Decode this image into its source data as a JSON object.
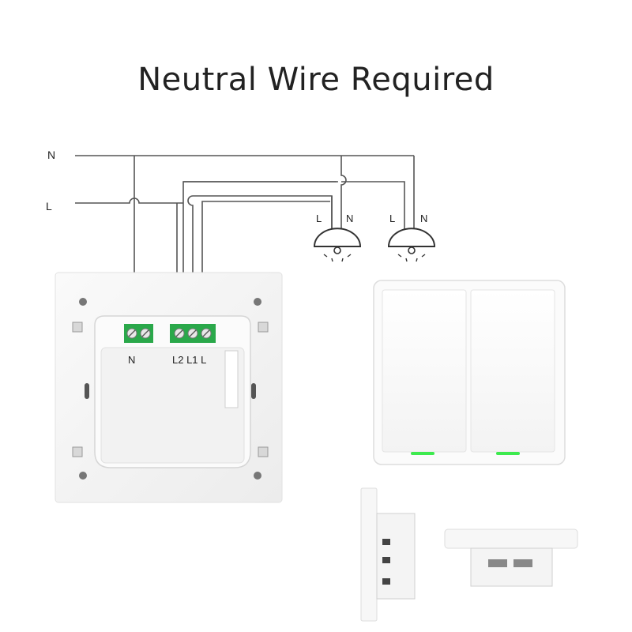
{
  "title": "Neutral Wire Required",
  "supply": {
    "neutral_label": "N",
    "live_label": "L"
  },
  "lamps": [
    {
      "live_label": "L",
      "neutral_label": "N"
    },
    {
      "live_label": "L",
      "neutral_label": "N"
    }
  ],
  "terminals": {
    "neutral": "N",
    "outputs": "L2 L1 L"
  },
  "colors": {
    "wire": "#555555",
    "terminal_green": "#2aa84a",
    "led": "#3dea4e",
    "plate": "#f6f6f6"
  },
  "icons": [
    "lamp-icon",
    "wall-switch-back-view",
    "wall-switch-front-view",
    "switch-side-view",
    "switch-bottom-view"
  ]
}
